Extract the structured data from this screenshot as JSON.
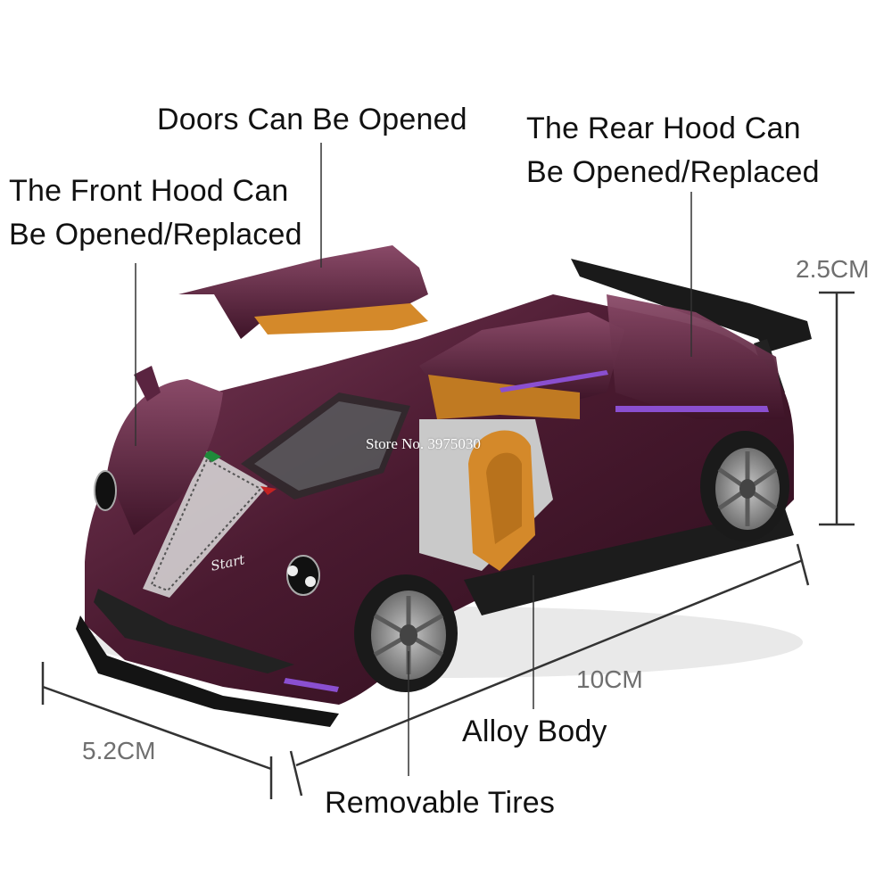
{
  "labels": {
    "doors": "Doors Can Be Opened",
    "front_hood_line1": "The Front Hood Can",
    "front_hood_line2": "Be Opened/Replaced",
    "rear_hood_line1": "The Rear Hood Can",
    "rear_hood_line2": "Be Opened/Replaced",
    "alloy_body": "Alloy Body",
    "removable_tires": "Removable Tires"
  },
  "dimensions": {
    "height": "2.5CM",
    "length": "10CM",
    "width": "5.2CM"
  },
  "watermark": "Store No. 3975030",
  "badge_text": "Start",
  "colors": {
    "body": "#4a1a30",
    "body_highlight": "#7a3a58",
    "interior": "#d4892a",
    "accent_stripe": "#8a4fd0",
    "rim": "#8a8a8a",
    "tire": "#1a1a1a"
  }
}
